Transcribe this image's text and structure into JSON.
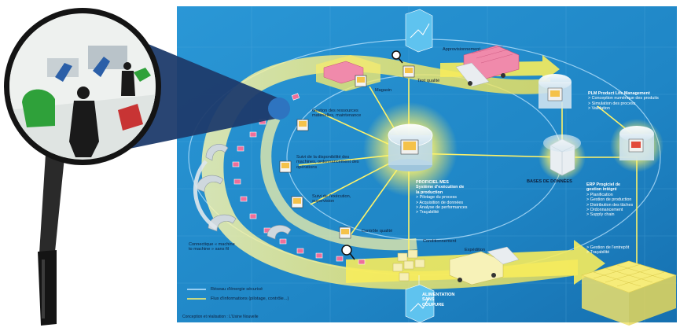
{
  "colors": {
    "panel": "#1f86c6",
    "panel_dark": "#0f5f9c",
    "flow_yellow": "#f3ea70",
    "arrow_yellow": "#fff36a",
    "product_pink": "#e8558a",
    "lens_rim": "#141414",
    "lens_cone": "#1d3b6c"
  },
  "labels": {
    "approvisionnement": "Approvisionnement",
    "magasin": "Magasin",
    "test_qualite": "Test qualité",
    "gestion_ressources": "Gestion des ressources matérielles, maintenance",
    "suivi_dispositifs": "Suivi de la disponibilité des machines, ordonnancement des opérations",
    "suivi_execution": "Suivi de l'exécution, supervision",
    "controle_qualite": "Contrôle qualité",
    "conditionnement": "Conditionnement",
    "expedition": "Expédition",
    "bases_donnees": "BASES DE DONNÉES",
    "connectique": "Connectique « machine to machine » sans fil",
    "alimentation": "ALIMENTATION SANS COUPURE",
    "credit": "Conception et réalisation : L'Usine Nouvelle"
  },
  "proficiel": {
    "title": "PROFICIEL MES",
    "subtitle": "Système d'exécution de la production",
    "items": [
      "Pilotage du process",
      "Acquisition de données",
      "Analyse de performances",
      "Traçabilité"
    ]
  },
  "plm": {
    "title": "PLM Product Life Management",
    "items": [
      "Conception numérique des produits",
      "Simulation des process",
      "Validation"
    ]
  },
  "erp": {
    "title": "ERP Progiciel de gestion intégré",
    "items": [
      "Planification",
      "Gestion de production",
      "Distribution des tâches",
      "Ordonnancement",
      "Supply chain"
    ]
  },
  "entrepot": {
    "items": [
      "Gestion de l'entrepôt",
      "Traçabilité"
    ]
  },
  "legend": {
    "reseau": "Réseau d'énergie sécurisé",
    "flux": "Flux d'informations (pilotage, contrôle...)"
  },
  "icons": [
    "magnifying-glass-icon",
    "computer-terminal-icon",
    "server-dome-icon",
    "truck-icon",
    "cube-stack-icon",
    "energy-battery-icon",
    "robot-arm-icon",
    "person-silhouette-icon"
  ]
}
